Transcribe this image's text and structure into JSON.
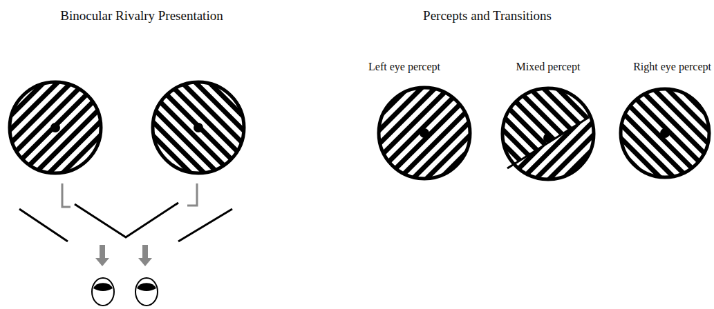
{
  "diagram": {
    "labels": [
      "Binocular Rivalry Presentation",
      "Percepts and Transitions",
      "Left eye percept",
      "Mixed percept",
      "Right eye percept"
    ]
  }
}
